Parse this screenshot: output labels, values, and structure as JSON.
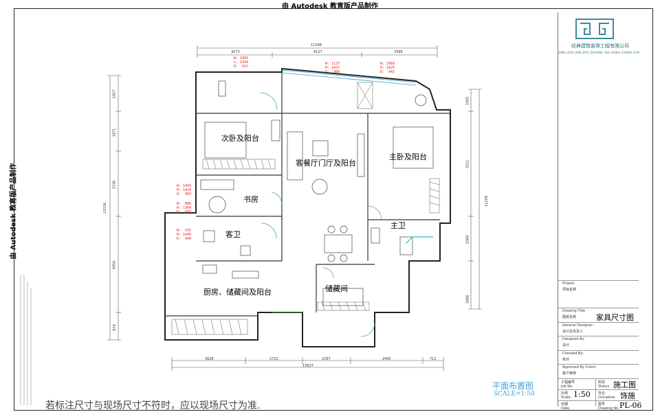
{
  "watermark": "由 Autodesk 教育版产品制作",
  "company": {
    "name": "经典建筑装饰工程有限公司",
    "name_en": "QING DAO JIAN ZHU ZHUANG SHI GONG CHENG GONG SI"
  },
  "rooms": {
    "second_bedroom": "次卧及阳台",
    "living": "客餐厅门厅及阳台",
    "master_bedroom": "主卧及阳台",
    "study": "书房",
    "guest_bath": "客卫",
    "master_bath": "主卫",
    "storage": "储藏间",
    "kitchen": "厨房、储藏间及阳台"
  },
  "dims": {
    "top_total": "11396",
    "top_1": "3073",
    "top_2": "4127",
    "top_3": "3398",
    "bottom_total": "13637",
    "bottom_1": "3628",
    "bottom_2": "2722",
    "bottom_3": "2287",
    "bottom_4": "2495",
    "bottom_5": "712",
    "left_total": "13316",
    "left_1": "1657",
    "left_2": "1871",
    "left_3": "3336",
    "left_4": "4956",
    "left_5": "874",
    "right_total": "11209",
    "right_1": "1005",
    "right_2": "3511",
    "right_3": "2069",
    "right_4": "3006"
  },
  "furniture_sizes": {
    "a": "W: 1441\nL: 1434\nD:  912",
    "b": "W: 1127\nH: 1427\nD:  908",
    "c": "W: 2069\nH: 1425\nD:  941",
    "d": "W: 1442\nH: 1424\nD:  903",
    "e": "W:  886\nH: 1364\nD:  887",
    "f": "W:  535\nH: 1040\nD:  940"
  },
  "title_block": {
    "project_label": "Project:",
    "project_value": "项目名称",
    "drawing_title_label": "Drawing Title",
    "drawing_title_sub": "图纸名称",
    "drawing_title": "家具尺寸图",
    "designer_label": "General Designer:",
    "designer_sub": "设计总负责人",
    "designed_label": "Designed By:",
    "designed_sub": "设计",
    "checked_label": "Checked By:",
    "checked_sub": "校对",
    "approved_label": "Approved By Client:",
    "approved_sub": "客户审核",
    "job_label": "工程编号\nJob No.",
    "status_label": "阶段\nStatus.",
    "status_value": "施工图",
    "scale_label": "比例\nScale.",
    "scale_value": "1:50",
    "discipline_label": "专业\nDiscipline.",
    "discipline_value": "饰施",
    "date_label": "日期\nDate.",
    "drawing_no_label": "图号\nDrawing No.",
    "drawing_no_value": "PL-06"
  },
  "plan": {
    "title": "平面布置图",
    "scale": "SCALE=1:50"
  },
  "note": "若标注尺寸与现场尺寸不符时，应以现场尺寸为准."
}
